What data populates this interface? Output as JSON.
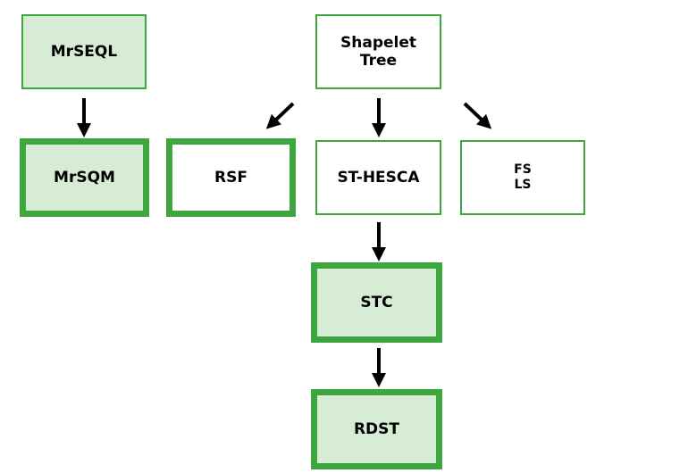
{
  "diagram": {
    "nodes": {
      "mrseql": {
        "label": "MrSEQL",
        "highlight": false,
        "filled": true
      },
      "shapelet_tree": {
        "label": "Shapelet\nTree",
        "highlight": false,
        "filled": false
      },
      "mrsqm": {
        "label": "MrSQM",
        "highlight": true,
        "filled": true
      },
      "rsf": {
        "label": "RSF",
        "highlight": true,
        "filled": false
      },
      "st_hesca": {
        "label": "ST-HESCA",
        "highlight": false,
        "filled": false
      },
      "fs_ls": {
        "label": "FS\nLS",
        "highlight": false,
        "filled": false
      },
      "stc": {
        "label": "STC",
        "highlight": true,
        "filled": true
      },
      "rdst": {
        "label": "RDST",
        "highlight": true,
        "filled": true
      }
    },
    "edges": [
      {
        "from": "mrseql",
        "to": "mrsqm"
      },
      {
        "from": "shapelet_tree",
        "to": "rsf"
      },
      {
        "from": "shapelet_tree",
        "to": "st_hesca"
      },
      {
        "from": "shapelet_tree",
        "to": "fs_ls"
      },
      {
        "from": "st_hesca",
        "to": "stc"
      },
      {
        "from": "stc",
        "to": "rdst"
      }
    ],
    "colors": {
      "border": "#3ea63e",
      "fill": "#d6ecd4",
      "arrow": "#000000"
    }
  }
}
